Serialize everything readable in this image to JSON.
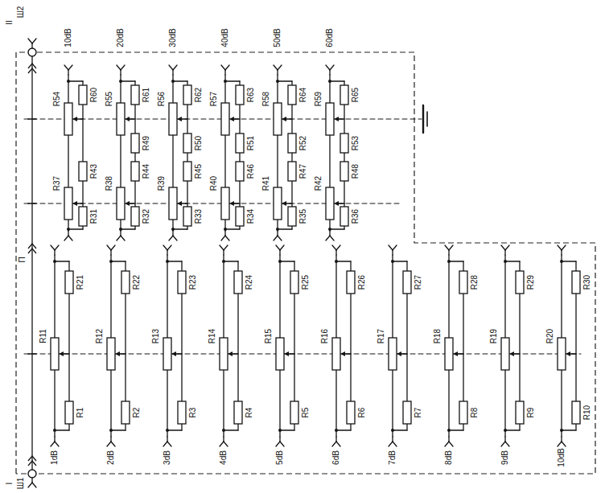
{
  "diagram": {
    "labels": [
      "I",
      "Ш1",
      "II",
      "Ш2",
      "П",
      "1dB",
      "R21",
      "R11",
      "R1",
      "2dB",
      "R22",
      "R12",
      "R2",
      "3dB",
      "R23",
      "R13",
      "R3",
      "4dB",
      "R24",
      "R14",
      "R4",
      "5dB",
      "R25",
      "R15",
      "R5",
      "6dB",
      "R26",
      "R16",
      "R6",
      "7dB",
      "R27",
      "R17",
      "R7",
      "8dB",
      "R28",
      "R18",
      "R8",
      "9dB",
      "R29",
      "R19",
      "R9",
      "10dB",
      "R30",
      "R20",
      "R10",
      "10dB",
      "R60",
      "R54",
      "R43",
      "R37",
      "R31",
      "20dB",
      "R61",
      "R55",
      "R49",
      "R44",
      "R38",
      "R32",
      "30dB",
      "R62",
      "R56",
      "R50",
      "R45",
      "R39",
      "R33",
      "40dB",
      "R63",
      "R57",
      "R51",
      "R46",
      "R40",
      "R34",
      "50dB",
      "R64",
      "R58",
      "R52",
      "R47",
      "R41",
      "R35",
      "60dB",
      "R65",
      "R59",
      "R53",
      "R48",
      "R42",
      "R36"
    ]
  }
}
